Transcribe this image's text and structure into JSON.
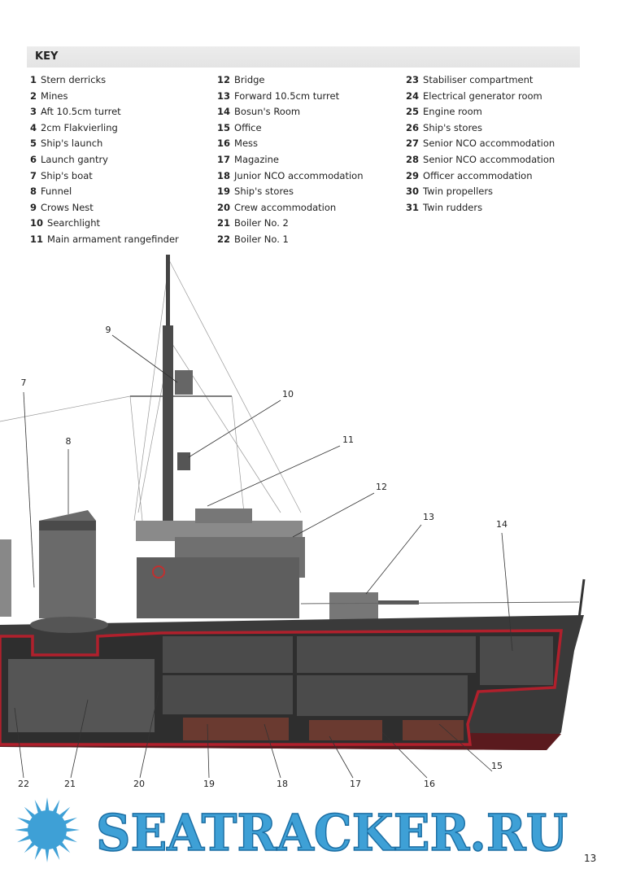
{
  "key": {
    "title": "KEY",
    "columns": [
      [
        {
          "n": "1",
          "label": "Stern derricks"
        },
        {
          "n": "2",
          "label": "Mines"
        },
        {
          "n": "3",
          "label": "Aft 10.5cm turret"
        },
        {
          "n": "4",
          "label": "2cm Flakvierling"
        },
        {
          "n": "5",
          "label": "Ship's launch"
        },
        {
          "n": "6",
          "label": "Launch gantry"
        },
        {
          "n": "7",
          "label": "Ship's boat"
        },
        {
          "n": "8",
          "label": "Funnel"
        },
        {
          "n": "9",
          "label": "Crows Nest"
        },
        {
          "n": "10",
          "label": "Searchlight"
        },
        {
          "n": "11",
          "label": "Main armament rangefinder"
        }
      ],
      [
        {
          "n": "12",
          "label": "Bridge"
        },
        {
          "n": "13",
          "label": "Forward 10.5cm turret"
        },
        {
          "n": "14",
          "label": "Bosun's Room"
        },
        {
          "n": "15",
          "label": "Office"
        },
        {
          "n": "16",
          "label": "Mess"
        },
        {
          "n": "17",
          "label": "Magazine"
        },
        {
          "n": "18",
          "label": "Junior NCO accommodation"
        },
        {
          "n": "19",
          "label": "Ship's stores"
        },
        {
          "n": "20",
          "label": "Crew accommodation"
        },
        {
          "n": "21",
          "label": "Boiler No. 2"
        },
        {
          "n": "22",
          "label": "Boiler No. 1"
        }
      ],
      [
        {
          "n": "23",
          "label": "Stabiliser compartment"
        },
        {
          "n": "24",
          "label": "Electrical generator room"
        },
        {
          "n": "25",
          "label": "Engine room"
        },
        {
          "n": "26",
          "label": "Ship's stores"
        },
        {
          "n": "27",
          "label": "Senior NCO accommodation"
        },
        {
          "n": "28",
          "label": "Senior NCO accommodation"
        },
        {
          "n": "29",
          "label": "Officer accommodation"
        },
        {
          "n": "30",
          "label": "Twin propellers"
        },
        {
          "n": "31",
          "label": "Twin rudders"
        }
      ]
    ]
  },
  "callouts": [
    "7",
    "8",
    "9",
    "10",
    "11",
    "12",
    "13",
    "14",
    "15",
    "16",
    "17",
    "18",
    "19",
    "20",
    "21",
    "22"
  ],
  "watermark": "SEATRACKER.RU",
  "page_number": "13",
  "colors": {
    "hull": "#3a3a3a",
    "cutaway": "#b0202c",
    "watermark": "#3ea0d6"
  }
}
